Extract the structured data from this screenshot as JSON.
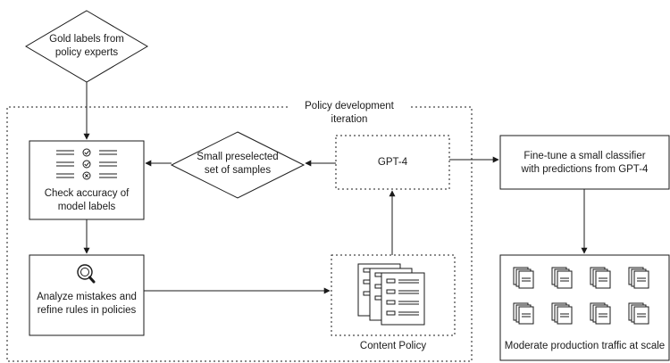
{
  "diagram": {
    "gold_labels": {
      "line1": "Gold labels from",
      "line2": "policy experts"
    },
    "iteration_title": "Policy development iteration",
    "check_accuracy": {
      "line1": "Check accuracy of",
      "line2": "model labels"
    },
    "samples": {
      "line1": "Small preselected",
      "line2": "set of samples"
    },
    "gpt4": "GPT-4",
    "analyze": {
      "line1": "Analyze mistakes and",
      "line2": "refine rules in policies"
    },
    "content_policy": "Content Policy",
    "finetune": {
      "line1": "Fine-tune a small classifier",
      "line2": "with predictions from GPT-4"
    },
    "moderate": "Moderate production traffic at scale",
    "icons": {
      "checklist": "checklist-icon",
      "magnifier": "magnifier-icon",
      "documents": "document-stack-icon",
      "traffic": "document-grid-icon"
    },
    "colors": {
      "stroke": "#1a1a1a",
      "background": "#ffffff"
    }
  }
}
